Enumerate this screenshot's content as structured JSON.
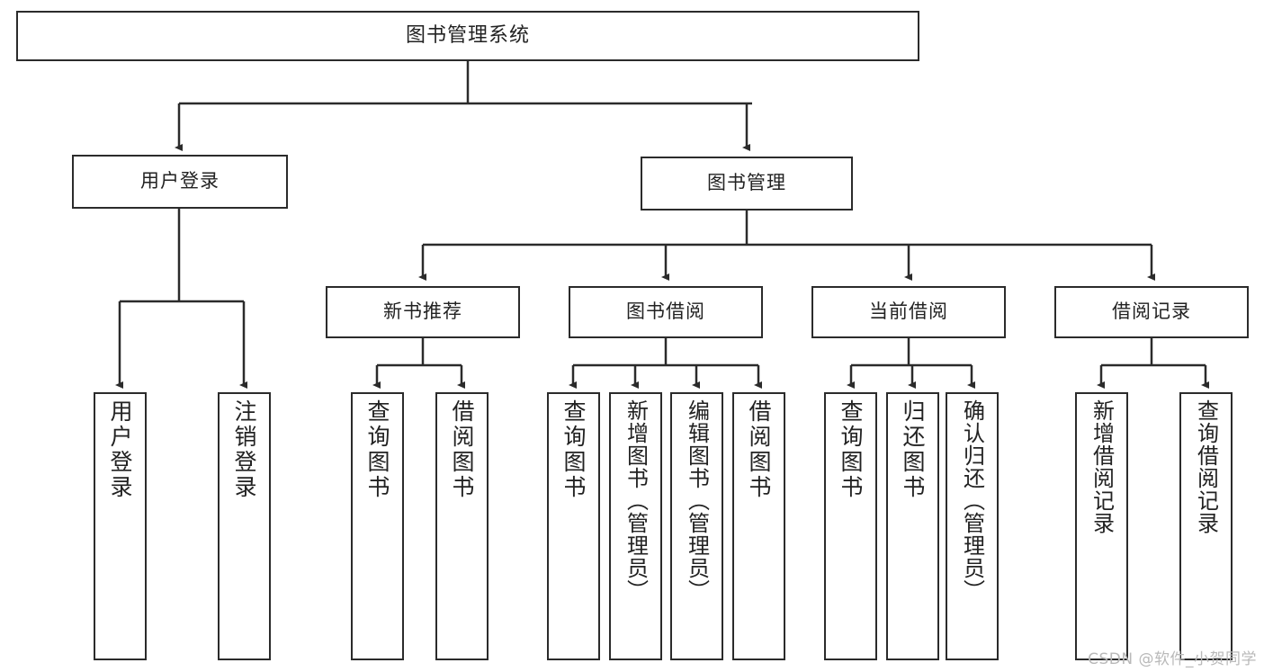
{
  "diagram": {
    "title": "图书管理系统",
    "type": "tree",
    "watermark": "CSDN @软件_小贺同学",
    "colors": {
      "box_border": "#2b2b2b",
      "box_fill": "#ffffff",
      "edge": "#2b2b2b",
      "text": "#222222",
      "watermark": "#b9b9b9",
      "background": "#ffffff"
    },
    "nodes": {
      "root": {
        "label": "图书管理系统"
      },
      "level2": [
        {
          "label": "用户登录"
        },
        {
          "label": "图书管理"
        }
      ],
      "level3": [
        {
          "label": "新书推荐"
        },
        {
          "label": "图书借阅"
        },
        {
          "label": "当前借阅"
        },
        {
          "label": "借阅记录"
        }
      ],
      "leaves": {
        "user_login": [
          {
            "label": "用户登录"
          },
          {
            "label": "注销登录"
          }
        ],
        "new_book": [
          {
            "label": "查询图书"
          },
          {
            "label": "借阅图书"
          }
        ],
        "book_borrow": [
          {
            "label": "查询图书"
          },
          {
            "label": "新增图书（管理员）"
          },
          {
            "label": "编辑图书（管理员）"
          },
          {
            "label": "借阅图书"
          }
        ],
        "current_borrow": [
          {
            "label": "查询图书"
          },
          {
            "label": "归还图书"
          },
          {
            "label": "确认归还（管理员）"
          }
        ],
        "borrow_record": [
          {
            "label": "新增借阅记录"
          },
          {
            "label": "查询借阅记录"
          }
        ]
      }
    }
  }
}
